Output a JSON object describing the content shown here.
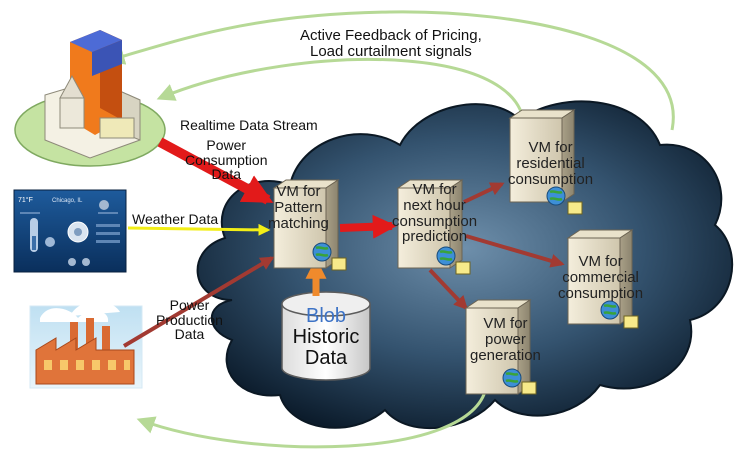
{
  "feedback_label": {
    "line1": "Active Feedback of Pricing,",
    "line2": "Load curtailment signals"
  },
  "stream_label": "Realtime Data Stream",
  "power_consumption_label": {
    "line1": "Power",
    "line2": "Consumption",
    "line3": "Data"
  },
  "weather_label": "Weather Data",
  "power_production_label": {
    "line1": "Power",
    "line2": "Production",
    "line3": "Data"
  },
  "weather_widget": {
    "temperature": "71°F",
    "city": "Chicago, IL"
  },
  "vms": {
    "pattern": {
      "line1": "VM for",
      "line2": "Pattern",
      "line3": "matching"
    },
    "prediction": {
      "line1": "VM for",
      "line2": "next hour",
      "line3": "consumption",
      "line4": "prediction"
    },
    "residential": {
      "line1": "VM for",
      "line2": "residential",
      "line3": "consumption"
    },
    "commercial": {
      "line1": "VM for",
      "line2": "commercial",
      "line3": "consumption"
    },
    "generation": {
      "line1": "VM for",
      "line2": "power",
      "line3": "generation"
    }
  },
  "blob": {
    "title": "Blob",
    "line1": "Historic",
    "line2": "Data"
  },
  "colors": {
    "cloud_dark": "#0f2235",
    "cloud_light": "#5b7d9a",
    "red_arrow": "#e21a1a",
    "brown_arrow": "#a23a32",
    "yellow_arrow": "#f2ee16",
    "orange_arrow": "#ef8a2c",
    "green_curve": "#b6d996",
    "blob_text": "#3d73c6"
  }
}
